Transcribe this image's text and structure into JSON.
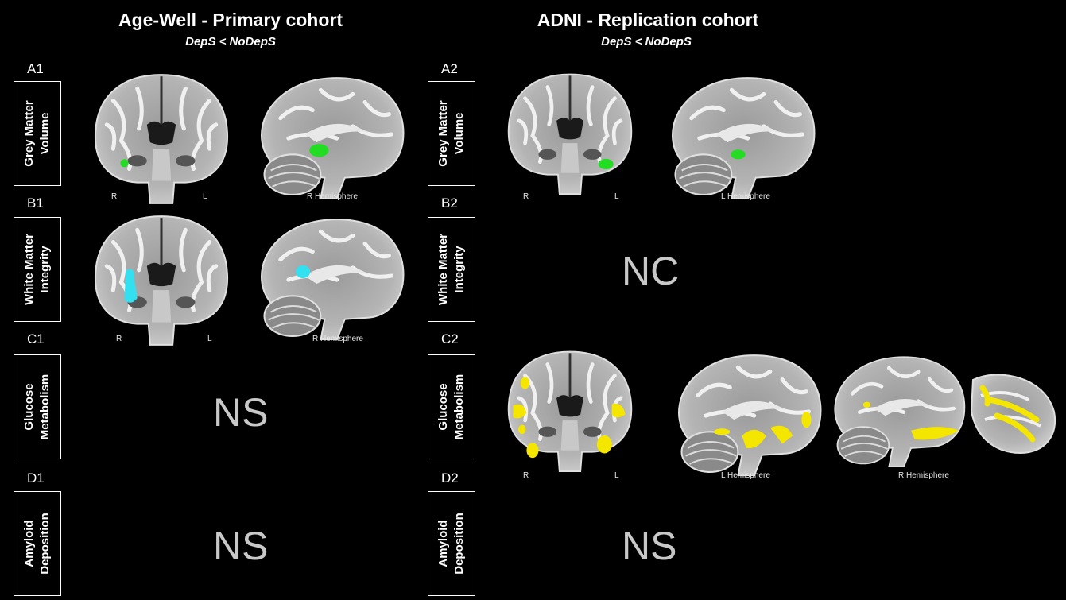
{
  "cohorts": {
    "primary": {
      "title": "Age-Well - Primary cohort",
      "contrast": "DepS < NoDepS"
    },
    "replication": {
      "title": "ADNI - Replication cohort",
      "contrast": "DepS < NoDepS"
    }
  },
  "panels": {
    "A1": "A1",
    "B1": "B1",
    "C1": "C1",
    "D1": "D1",
    "A2": "A2",
    "B2": "B2",
    "C2": "C2",
    "D2": "D2"
  },
  "rows": {
    "grey_matter": [
      "Grey Matter",
      "Volume"
    ],
    "white_matter": [
      "White Matter",
      "Integrity"
    ],
    "glucose": [
      "Glucose",
      "Metabolism"
    ],
    "amyloid": [
      "Amyloid",
      "Deposition"
    ]
  },
  "results": {
    "nc": "NC",
    "ns": "NS"
  },
  "orientation": {
    "right": "R",
    "left": "L",
    "r_hemisphere": "R Hemisphere",
    "l_hemisphere": "L Hemisphere"
  },
  "colors": {
    "grey_matter": "#22dd22",
    "white_matter": "#33e0f0",
    "glucose": "#f5e600"
  }
}
